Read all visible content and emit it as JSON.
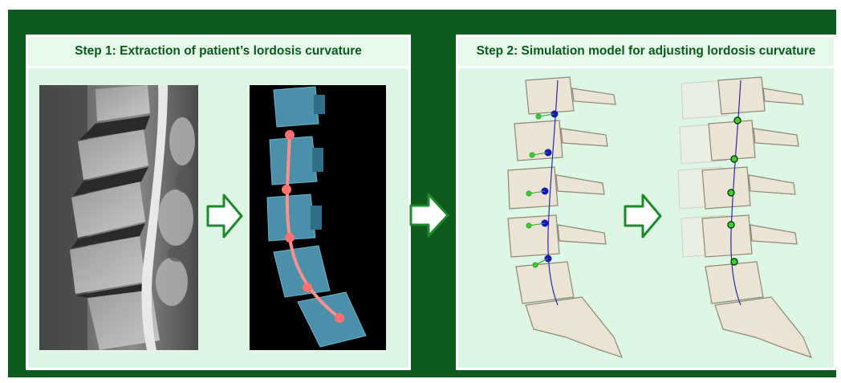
{
  "step1": {
    "title": "Step 1: Extraction of patient’s lordosis curvature",
    "images": [
      "mri-sagittal-lumbar-spine",
      "segmented-vertebrae-with-curve"
    ]
  },
  "step2": {
    "title": "Step 2: Simulation model for adjusting lordosis curvature",
    "images": [
      "vertebrae-model-before-adjustment",
      "vertebrae-model-after-adjustment"
    ]
  },
  "arrows": [
    "right-arrow",
    "right-arrow",
    "right-arrow"
  ],
  "colors": {
    "background": "#0f5a1e",
    "panel_fill": "#ddf7e4",
    "title_text": "#0c5a1b",
    "arrow_fill": "#ffffff",
    "arrow_stroke": "#1a8a2c",
    "vertebra_blue": "#4a90a8",
    "curve_pink": "#ff7f7f",
    "bone": "#e9e4d4",
    "keypoint_blue": "#1a1aa8",
    "keypoint_green": "#3ecf2e"
  }
}
